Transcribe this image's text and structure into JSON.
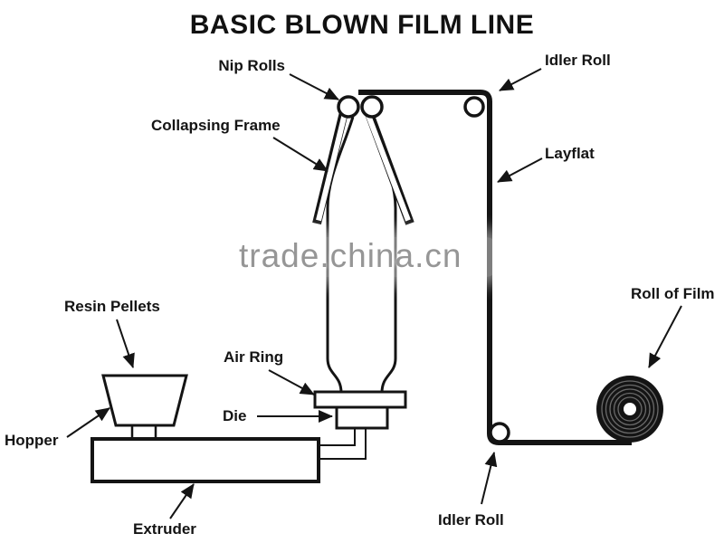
{
  "title": "BASIC BLOWN FILM LINE",
  "watermark": "trade.china.cn",
  "labels": {
    "nip_rolls": "Nip Rolls",
    "idler_roll_top": "Idler Roll",
    "collapsing_frame": "Collapsing Frame",
    "layflat": "Layflat",
    "roll_of_film": "Roll of Film",
    "resin_pellets": "Resin Pellets",
    "air_ring": "Air Ring",
    "die": "Die",
    "hopper": "Hopper",
    "extruder": "Extruder",
    "idler_roll_bottom": "Idler Roll"
  },
  "colors": {
    "ink": "#141414",
    "background": "#ffffff",
    "watermark_gray": "#969696"
  }
}
